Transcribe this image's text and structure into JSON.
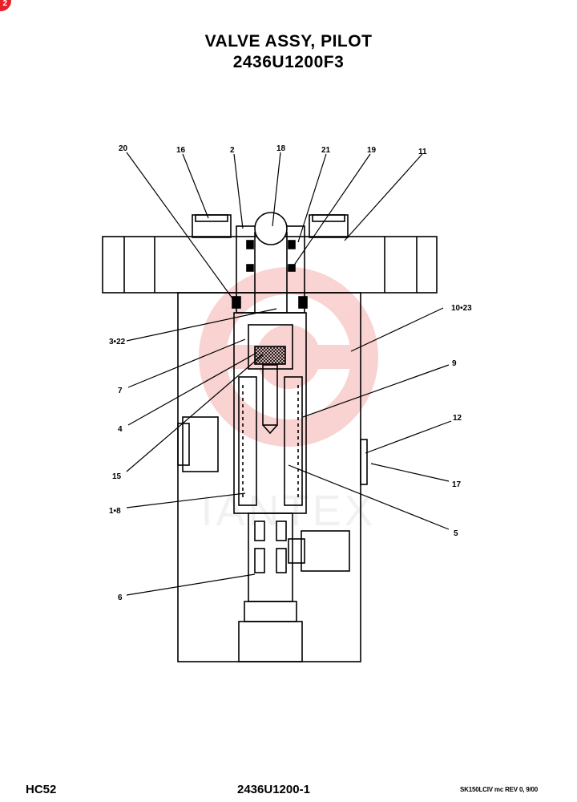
{
  "header": {
    "badge": "2",
    "title_line1": "VALVE ASSY, PILOT",
    "title_line2": "2436U1200F3"
  },
  "callouts": [
    "20",
    "16",
    "2",
    "18",
    "21",
    "19",
    "11",
    "10•23",
    "3•22",
    "7",
    "4",
    "15",
    "9",
    "12",
    "17",
    "1•8",
    "5",
    "6"
  ],
  "watermark": {
    "text": "IANTEX",
    "color": "#f4a7a7"
  },
  "footer": {
    "left": "HC52",
    "center": "2436U1200-1",
    "right": "SK150LCIV mc REV 0, 9/00"
  }
}
